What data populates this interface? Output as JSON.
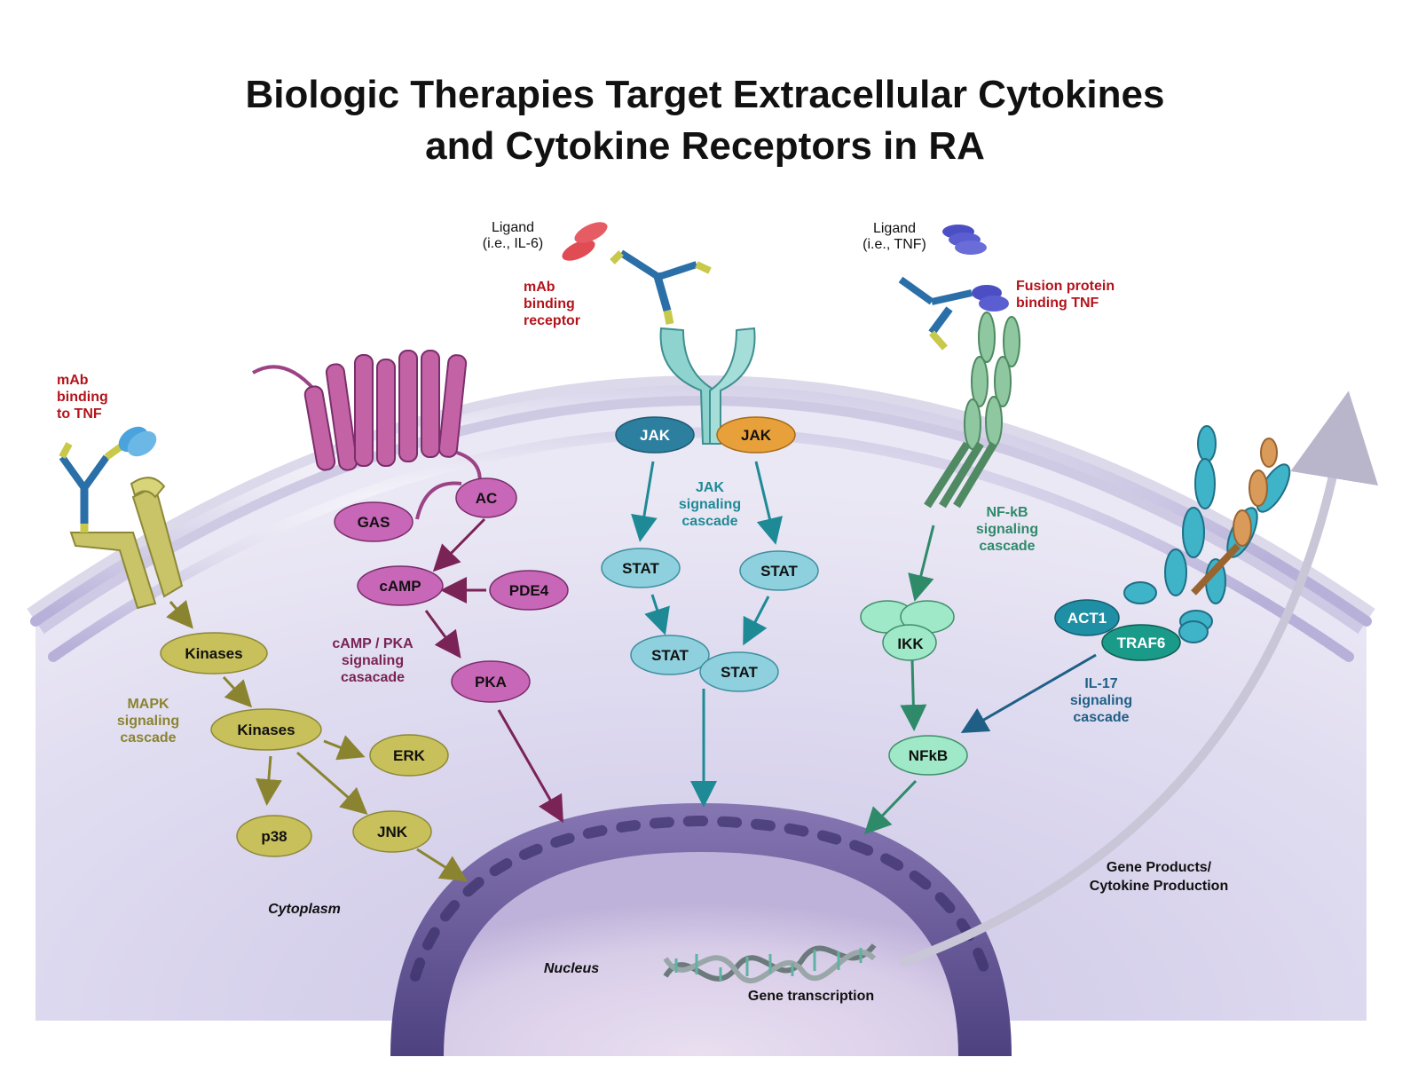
{
  "title": {
    "line1": "Biologic Therapies Target Extracellular Cytokines",
    "line2": "and Cytokine Receptors in RA"
  },
  "colors": {
    "red_label": "#b3141c",
    "mapk": "#c8c05a",
    "camp": "#c866b8",
    "jak_stat": "#8fd0de",
    "nfkb": "#9fe8c8",
    "il17": "#1f6f86",
    "membrane_head": "#cfcbe8",
    "cytoplasm": "#dcd7ee",
    "nucleus": "#7d6ea8"
  },
  "labels": {
    "ligand_il6": [
      "Ligand",
      "(i.e., IL-6)"
    ],
    "ligand_tnf": [
      "Ligand",
      "(i.e., TNF)"
    ],
    "mab_binding_receptor": [
      "mAb",
      "binding",
      "receptor"
    ],
    "fusion_protein": [
      "Fusion protein",
      "binding TNF"
    ],
    "mab_binding_tnf": [
      "mAb",
      "binding",
      "to TNF"
    ],
    "mapk_cascade": [
      "MAPK",
      "signaling",
      "cascade"
    ],
    "camp_cascade": [
      "cAMP / PKA",
      "signaling",
      "casacade"
    ],
    "jak_cascade": [
      "JAK",
      "signaling",
      "cascade"
    ],
    "nfkb_cascade": [
      "NF-kB",
      "signaling",
      "cascade"
    ],
    "il17_cascade": [
      "IL-17",
      "signaling",
      "cascade"
    ],
    "gene_products": [
      "Gene Products/",
      "Cytokine Production"
    ],
    "cytoplasm": "Cytoplasm",
    "nucleus": "Nucleus",
    "gene_transcription": "Gene transcription"
  },
  "nodes": {
    "kinases1": "Kinases",
    "kinases2": "Kinases",
    "erk": "ERK",
    "p38": "p38",
    "jnk": "JNK",
    "gas": "GAS",
    "ac": "AC",
    "camp": "cAMP",
    "pde4": "PDE4",
    "pka": "PKA",
    "jak_left": "JAK",
    "jak_right": "JAK",
    "stat1": "STAT",
    "stat2": "STAT",
    "stat3": "STAT",
    "stat4": "STAT",
    "ikk": "IKK",
    "nfkb": "NFkB",
    "act1": "ACT1",
    "traf6": "TRAF6"
  }
}
